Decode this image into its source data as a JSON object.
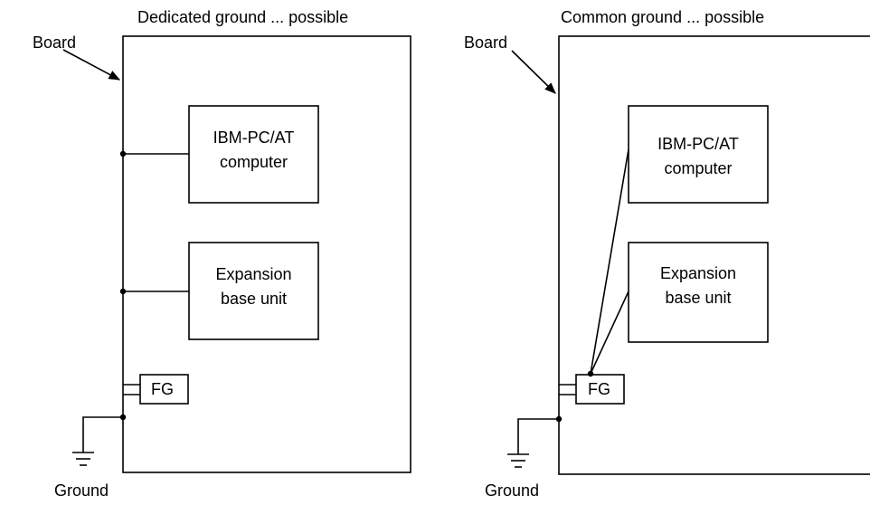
{
  "left": {
    "title": "Dedicated ground ... possible",
    "board_label": "Board",
    "computer_line1": "IBM-PC/AT",
    "computer_line2": "computer",
    "expansion_line1": "Expansion",
    "expansion_line2": "base unit",
    "fg_label": "FG",
    "ground_label": "Ground"
  },
  "right": {
    "title": "Common ground ... possible",
    "board_label": "Board",
    "computer_line1": "IBM-PC/AT",
    "computer_line2": "computer",
    "expansion_line1": "Expansion",
    "expansion_line2": "base unit",
    "fg_label": "FG",
    "ground_label": "Ground"
  }
}
